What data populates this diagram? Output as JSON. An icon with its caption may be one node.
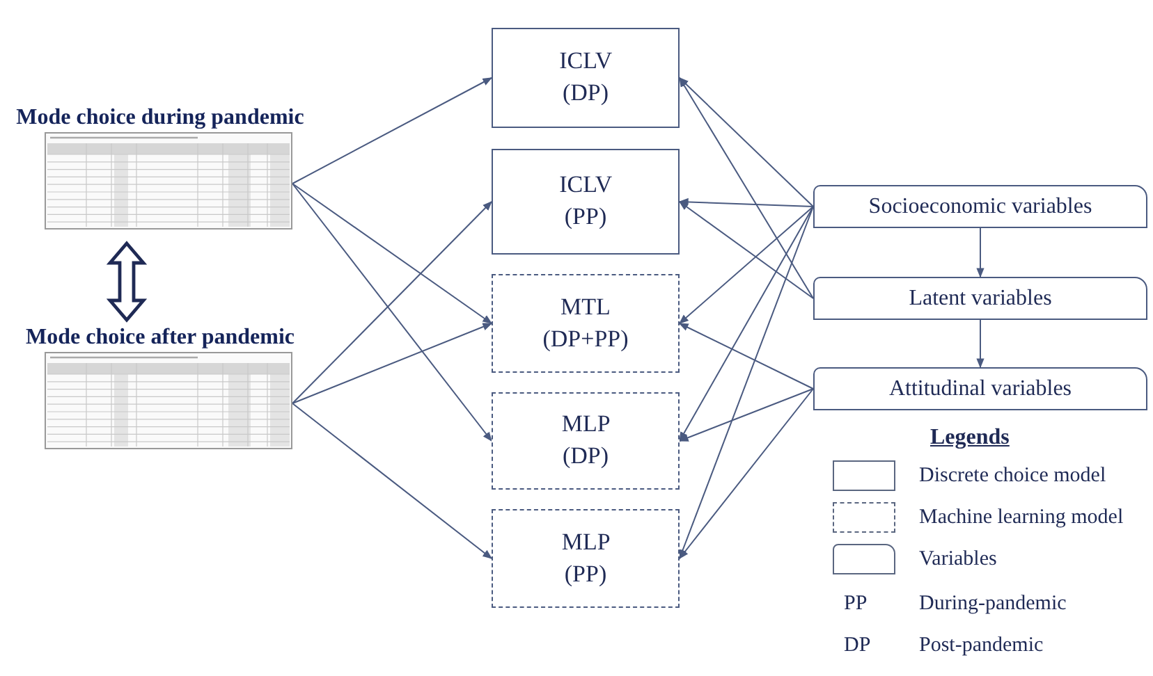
{
  "diagram": {
    "nodes": [
      {
        "text": [
          "Mode choice during pandemic"
        ]
      },
      {
        "text": [
          "Mode choice after pandemic"
        ]
      },
      {
        "text": [
          "ICLV (DP)"
        ]
      },
      {
        "text": [
          "ICLV (PP)"
        ]
      },
      {
        "text": [
          "MTL (DP+PP)"
        ]
      },
      {
        "text": [
          "MLP (DP)"
        ]
      },
      {
        "text": [
          "MLP (PP)"
        ]
      },
      {
        "text": [
          "Socioeconomic variables"
        ]
      },
      {
        "text": [
          "Latent variables"
        ]
      },
      {
        "text": [
          "Attitudinal variables"
        ]
      }
    ],
    "edges": [
      {
        "from": 0,
        "to": 2,
        "arrow": "to"
      },
      {
        "from": 0,
        "to": 4,
        "arrow": "to"
      },
      {
        "from": 0,
        "to": 5,
        "arrow": "to"
      },
      {
        "from": 1,
        "to": 3,
        "arrow": "to"
      },
      {
        "from": 1,
        "to": 4,
        "arrow": "to"
      },
      {
        "from": 1,
        "to": 6,
        "arrow": "to"
      },
      {
        "from": 0,
        "to": 1,
        "arrow": "both",
        "style": "thick"
      },
      {
        "from": 7,
        "to": 2,
        "arrow": "to"
      },
      {
        "from": 7,
        "to": 3,
        "arrow": "to"
      },
      {
        "from": 7,
        "to": 4,
        "arrow": "to"
      },
      {
        "from": 7,
        "to": 5,
        "arrow": "to"
      },
      {
        "from": 7,
        "to": 6,
        "arrow": "to"
      },
      {
        "from": 8,
        "to": 2,
        "arrow": "to"
      },
      {
        "from": 8,
        "to": 3,
        "arrow": "to"
      },
      {
        "from": 9,
        "to": 4,
        "arrow": "to"
      },
      {
        "from": 9,
        "to": 5,
        "arrow": "to"
      },
      {
        "from": 9,
        "to": 6,
        "arrow": "to"
      },
      {
        "from": 7,
        "to": 8,
        "arrow": "to"
      },
      {
        "from": 8,
        "to": 9,
        "arrow": "to"
      }
    ],
    "labels": [
      "Legends",
      "PP",
      "DP"
    ],
    "legend": [
      {
        "text": "Discrete choice model"
      },
      {
        "text": "Machine learning model"
      },
      {
        "text": "Variables"
      },
      {
        "text": "During-pandemic"
      },
      {
        "text": "Post-pandemic"
      }
    ]
  }
}
